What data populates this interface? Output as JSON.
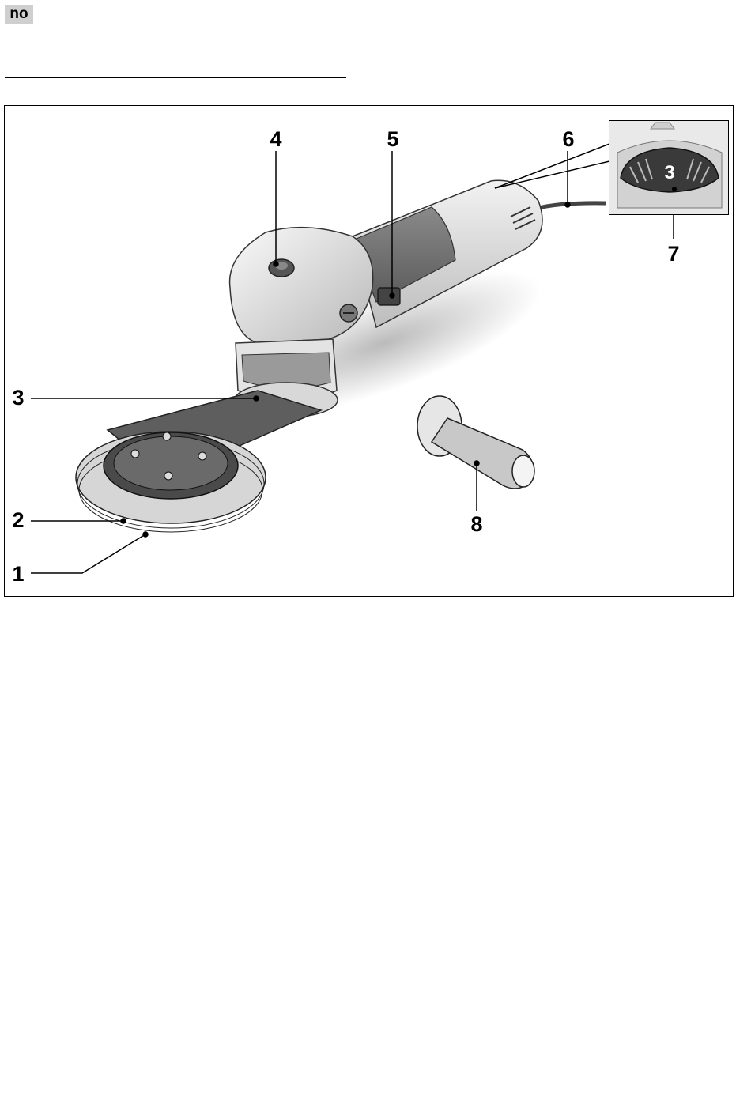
{
  "header": {
    "language_code": "no"
  },
  "figure": {
    "callouts": [
      "1",
      "2",
      "3",
      "4",
      "5",
      "6",
      "7",
      "8"
    ],
    "inset_dial_value": "3"
  }
}
